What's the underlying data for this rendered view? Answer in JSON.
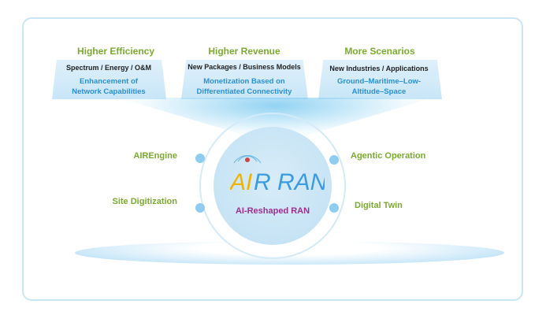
{
  "pillars": [
    {
      "title": "Higher Efficiency",
      "subtitle": "Spectrum / Energy / O&M",
      "detail_line1": "Enhancement of",
      "detail_line2": "Network Capabilities"
    },
    {
      "title": "Higher Revenue",
      "subtitle": "New Packages / Business Models",
      "detail_line1": "Monetization Based on",
      "detail_line2": "Differentiated Connectivity"
    },
    {
      "title": "More Scenarios",
      "subtitle": "New Industries / Applications",
      "detail_line1": "Ground–Maritime–Low-",
      "detail_line2": "Altitude–Space"
    }
  ],
  "center": {
    "logo_text": "AIRRAN",
    "logo_air": "AIR",
    "logo_ran": "RAN",
    "tagline": "AI-Reshaped RAN"
  },
  "features": {
    "left_top": "AIREngine",
    "left_bottom": "Site Digitization",
    "right_top": "Agentic Operation",
    "right_bottom": "Digital Twin"
  },
  "colors": {
    "green": "#7aab2e",
    "blue": "#2a8fd6",
    "purple": "#9b2f8e"
  }
}
